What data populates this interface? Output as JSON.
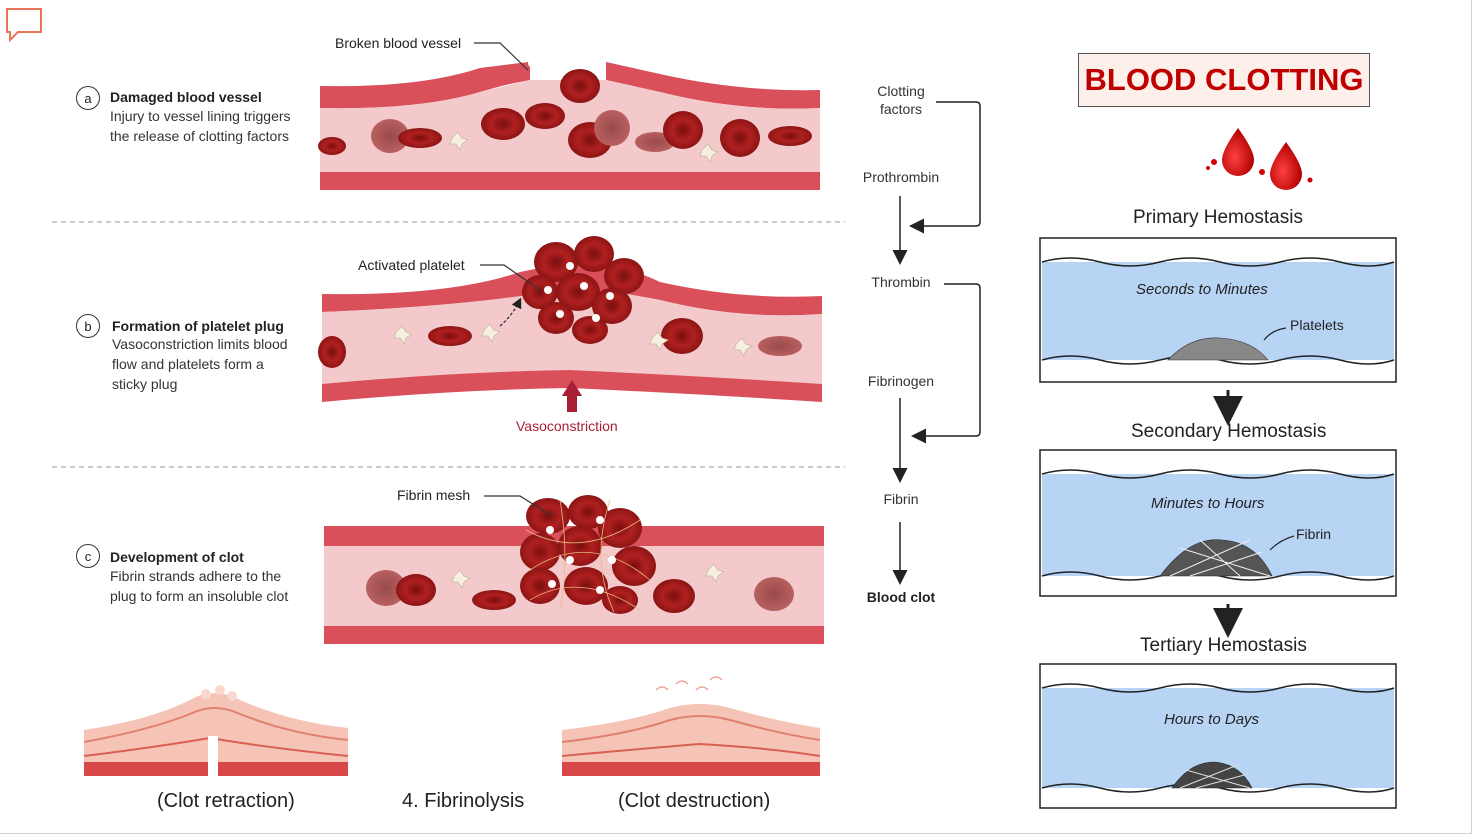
{
  "title": "BLOOD CLOTTING",
  "steps": [
    {
      "letter": "a",
      "title": "Damaged blood vessel",
      "desc_lines": [
        "Injury to vessel lining triggers",
        "the release of clotting factors"
      ]
    },
    {
      "letter": "b",
      "title": "Formation of platelet plug",
      "desc_lines": [
        "Vasoconstriction limits blood",
        "flow and platelets form a",
        "sticky plug"
      ]
    },
    {
      "letter": "c",
      "title": "Development of clot",
      "desc_lines": [
        "Fibrin strands adhere to the",
        "plug to form an insoluble clot"
      ]
    }
  ],
  "callouts": {
    "broken_vessel": "Broken blood vessel",
    "activated_platelet": "Activated platelet",
    "vasoconstriction": "Vasoconstriction",
    "fibrin_mesh": "Fibrin mesh"
  },
  "cascade": {
    "clotting_factors_line1": "Clotting",
    "clotting_factors_line2": "factors",
    "prothrombin": "Prothrombin",
    "thrombin": "Thrombin",
    "fibrinogen": "Fibrinogen",
    "fibrin": "Fibrin",
    "blood_clot": "Blood clot"
  },
  "hemostasis": [
    {
      "title": "Primary Hemostasis",
      "time": "Seconds to Minutes",
      "label": "Platelets"
    },
    {
      "title": "Secondary Hemostasis",
      "time": "Minutes to Hours",
      "label": "Fibrin"
    },
    {
      "title": "Tertiary Hemostasis",
      "time": "Hours to Days",
      "label": ""
    }
  ],
  "bottom": {
    "clot_retraction": "(Clot retraction)",
    "fibrinolysis": "4. Fibrinolysis",
    "clot_destruction": "(Clot destruction)"
  },
  "colors": {
    "vessel_wall": "#d9505a",
    "vessel_lumen": "#f4c9cc",
    "rbc": "#a61c1c",
    "title_red": "#c00000",
    "plasma_blue": "#b8d4f5"
  }
}
